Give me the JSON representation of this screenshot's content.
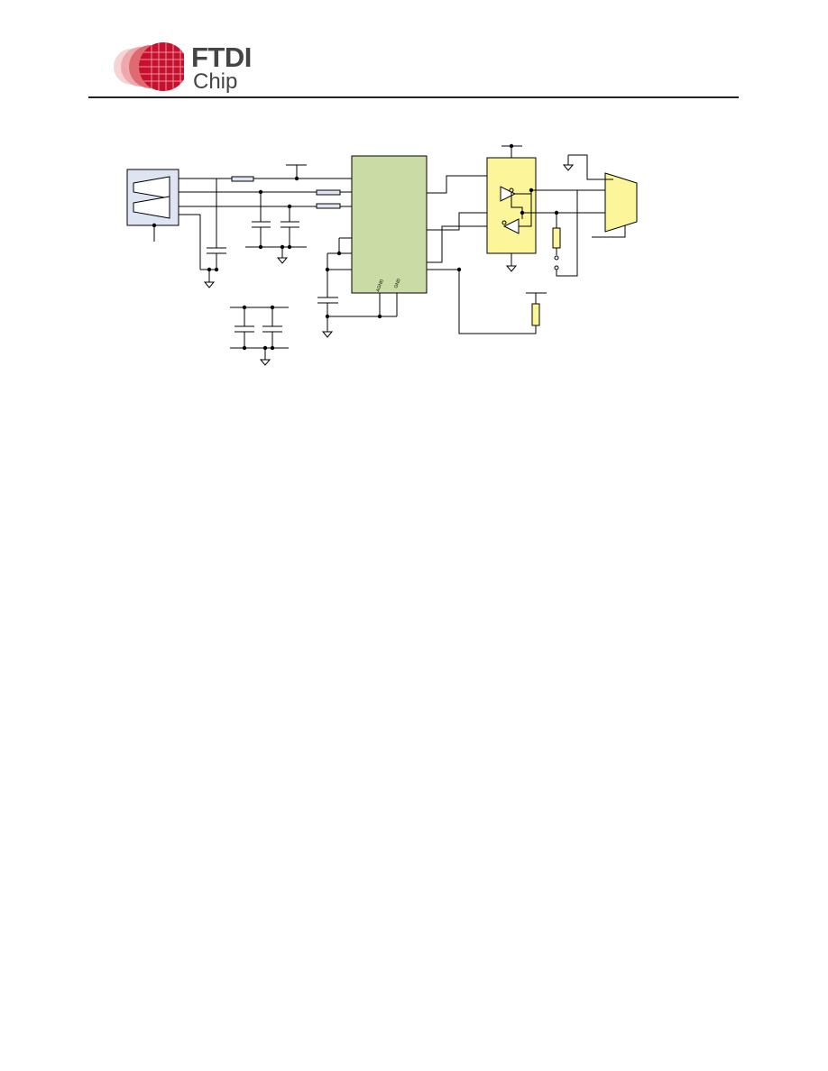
{
  "header": {
    "logo": {
      "word_top": "FTDI",
      "word_bottom": "Chip",
      "mark_color": "#c8102e",
      "text_color": "#444446"
    }
  },
  "schematic": {
    "colors": {
      "usb_connector_fill": "#dfe4f2",
      "ic_fill": "#cadba5",
      "transceiver_fill": "#fcf59a",
      "connector_fill": "#fcf59a",
      "resistor_fill": "#fcf59a",
      "wire": "#000000"
    },
    "pin_labels": {
      "agnd": "AGND",
      "gnd": "GND"
    }
  }
}
